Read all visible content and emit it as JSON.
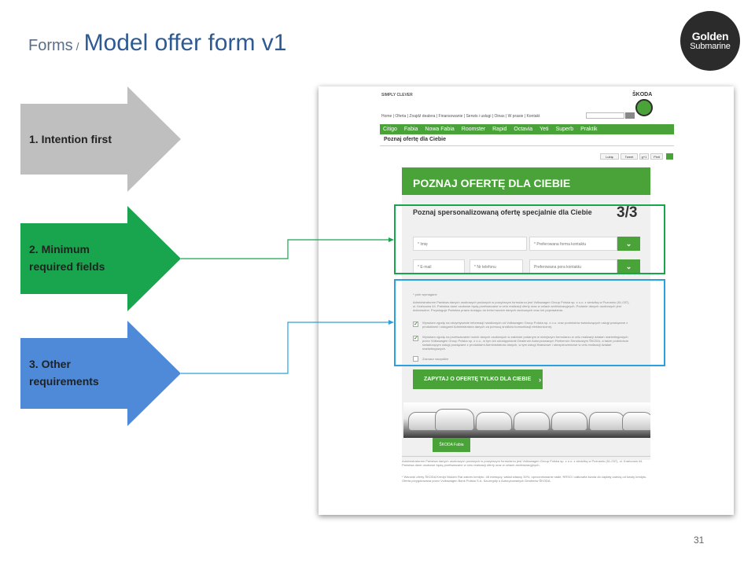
{
  "slide": {
    "breadcrumb": "Forms",
    "separator": "/",
    "title": "Model offer form v1",
    "page_number": "31",
    "logo": {
      "line1": "Golden",
      "line2": "Submarine"
    }
  },
  "arrows": [
    {
      "label": "1. Intention first",
      "color": "#bfbfbf"
    },
    {
      "label": "2. Minimum required fields",
      "color": "#19a54d"
    },
    {
      "label": "3. Other requirements",
      "color": "#4f8ad8"
    }
  ],
  "highlight_colors": {
    "fields": "#19a54d",
    "other": "#2aa0e0"
  },
  "screenshot": {
    "simply_clever": "SIMPLY CLEVER",
    "brand": "ŠKODA",
    "top_nav": "Home | Oferta | Znajdź dealera | Finansowanie | Serwis i usługi | Oinas | W prasie | Kontakt",
    "green_nav": [
      "Citigo",
      "Fabia",
      "Nowa Fabia",
      "Roomster",
      "Rapid",
      "Octavia",
      "Yeti",
      "Superb",
      "Praktik"
    ],
    "page_heading": "Poznaj ofertę dla Ciebie",
    "social": [
      "Lubię",
      "Tweet",
      "g+1",
      "Pinit"
    ],
    "banner": "POZNAJ OFERTĘ DLA CIEBIE",
    "personal_title": "Poznaj spersonalizowaną ofertę specjalnie dla Ciebie",
    "step": "3/3",
    "fields": {
      "first_name": "* Imię",
      "contact_form": "* Preferowana forma kontaktu",
      "email": "* E-mail",
      "phone": "* Nr telefonu",
      "contact_time": "Preferowana pora kontaktu"
    },
    "required_note": "* pole wymagane",
    "admin_note": "Administratorem Państwa danych osobowych podanych w powyższym formularzu jest Volkswagen Group Polska sp. z o.o. z siedzibą w Poznaniu (61-037), ul. Krańcowa 44. Państwa dane osobowe będą przetwarzane w celu realizacji oferty oraz w celach archiwizacyjnych. Podanie danych osobowych jest dobrowolne. Przysługuje Państwu prawo dostępu do treści swoich danych osobowych oraz ich poprawiania.",
    "consent1": "Wyrażam zgodę na otrzymywanie informacji handlowych od Volkswagen Group Polska sp. z o.o. oraz podmiotów świadczących usługi powiązane z produktami i usługami Administratora danych za pomocą środków komunikacji elektronicznej.",
    "consent2": "Wyrażam zgodę na przetwarzanie moich danych osobowych w zakresie podanym w niniejszym formularzu w celu realizacji działań marketingowych przez Volkswagen Group Polska sp. z o.o., w tym ich udostępnianie Dealerom Autoryzowanym Partnerom Serwisowym ŠKODA, a także podmiotom świadczącym usługi powiązane z produktami Administratora danych, w tym usługi finansowe i ubezpieczeniowe w celu realizacji działań marketingowych.",
    "consent_all": "Zaznacz wszystkie",
    "cta": "ZAPYTAJ O OFERTĘ TYLKO DLA CIEBIE",
    "model_tag": "ŠKODA Fabia",
    "footer1": "Administratorem Państwa danych osobowych podanych w powyższym formularzu jest Volkswagen Group Polska sp. z o.o. z siedzibą w Poznaniu (61-037), ul. Krańcowa 44. Państwa dane osobowe będą przetwarzane w celu realizacji oferty oraz w celach archiwizacyjnych.",
    "footer2": "* Warunki oferty ŠKODA Kredyt Niskich Rat zakres kredytu: 48 miesięcy, wkład własny 30%, oprocentowanie stałe, RRSO i całkowita kwota do zapłaty zależą od kwoty kredytu. Oferta przygotowana przez Volkswagen Bank Polska S.A. Szczegóły u Autoryzowanych Dealerów ŠKODA."
  }
}
